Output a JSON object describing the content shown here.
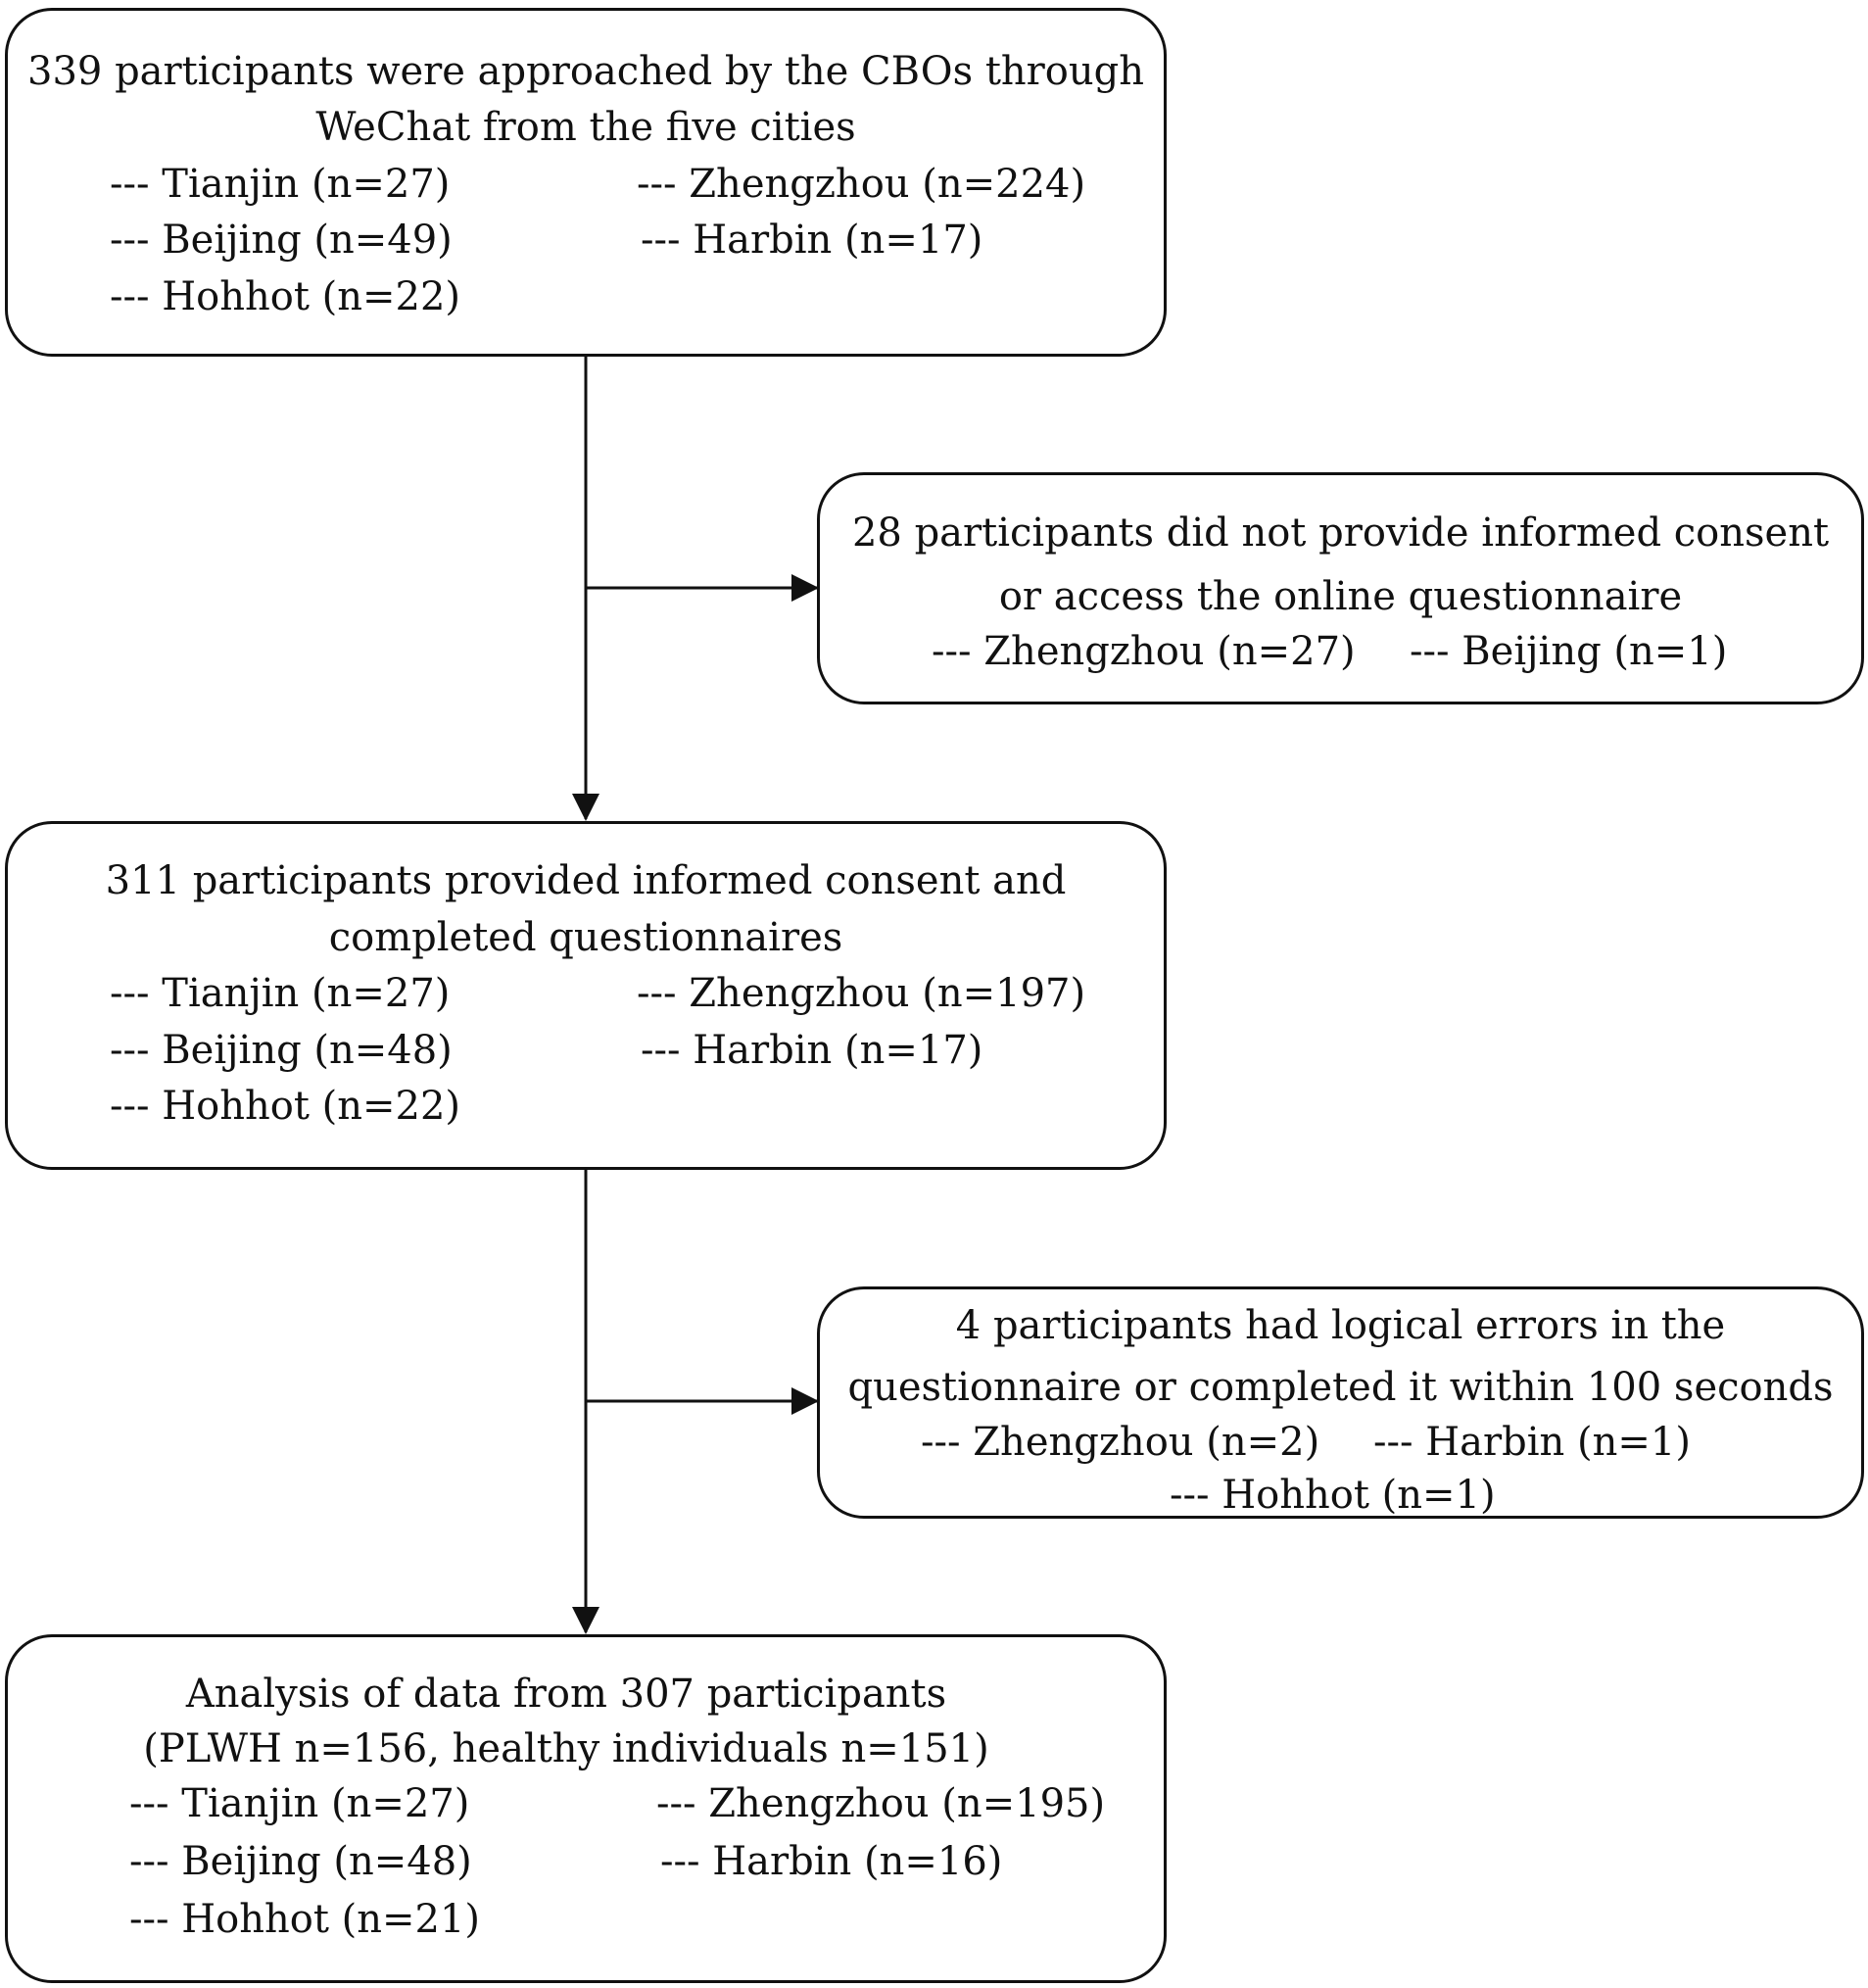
{
  "box1": {
    "title_line1": "339 participants were approached by the CBOs through",
    "title_line2": "WeChat from the five cities",
    "items": [
      "--- Tianjin (n=27)",
      "--- Zhengzhou (n=224)",
      "--- Beijing (n=49)",
      "--- Harbin (n=17)",
      "--- Hohhot (n=22)"
    ]
  },
  "exclusion1": {
    "title_line1": "28 participants did not provide informed consent",
    "title_line2": "or access the online questionnaire",
    "items": [
      "--- Zhengzhou (n=27)",
      "--- Beijing (n=1)"
    ]
  },
  "box2": {
    "title_line1": "311 participants provided informed consent and",
    "title_line2": "completed questionnaires",
    "items": [
      "--- Tianjin (n=27)",
      "--- Zhengzhou (n=197)",
      "--- Beijing (n=48)",
      "--- Harbin (n=17)",
      "--- Hohhot (n=22)"
    ]
  },
  "exclusion2": {
    "title_line1": "4 participants had logical errors in the",
    "title_line2": "questionnaire or completed it within 100 seconds",
    "items": [
      "--- Zhengzhou (n=2)",
      "--- Harbin (n=1)",
      "--- Hohhot (n=1)"
    ]
  },
  "box3": {
    "title_line1": "Analysis of data from 307 participants",
    "title_line2": "(PLWH n=156, healthy individuals n=151)",
    "items": [
      "--- Tianjin (n=27)",
      "--- Zhengzhou (n=195)",
      "--- Beijing (n=48)",
      "--- Harbin (n=16)",
      "--- Hohhot (n=21)"
    ]
  }
}
